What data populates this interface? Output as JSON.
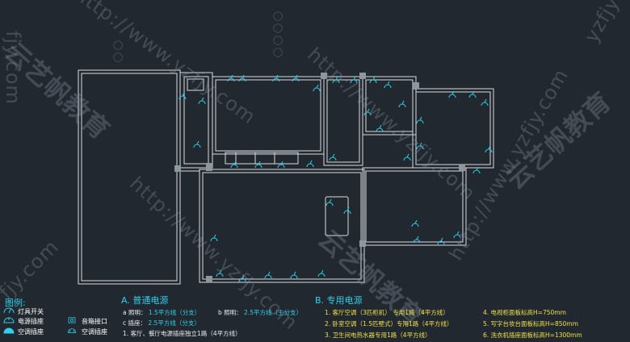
{
  "watermarks": {
    "brand_zh": "云艺帆教育",
    "url": "http://www.yzfjy.com",
    "url_tail": "fjy.com",
    "url_end": "yzfjy"
  },
  "legend": {
    "title": "图例:",
    "items": [
      {
        "label": "灯具开关",
        "icon": "light-switch-icon"
      },
      {
        "label": "电源插座",
        "icon": "power-socket-icon"
      },
      {
        "label": "音箱接口",
        "icon": "speaker-port-icon"
      },
      {
        "label": "空调插座",
        "icon": "ac-socket-icon"
      }
    ]
  },
  "section_a": {
    "title": "A.  普通电源",
    "lines": [
      {
        "prefix": "a  照明：",
        "value": "1.5平方线（分支）"
      },
      {
        "prefix": "b  照明：",
        "value": "2.5平方线（主分支）"
      },
      {
        "prefix": "c  插座：",
        "value": "2.5平方线（分支）"
      },
      {
        "prefix": "1.",
        "value": "客厅、餐厅电源插座独立1路（4平方线）"
      }
    ]
  },
  "section_b": {
    "title": "B.  专用电源",
    "lines": [
      {
        "text": "1.  客厅空调（3匹柜机）  专用1路（4平方线）"
      },
      {
        "text": "2.  卧室空调（1.5匹壁式）专用1路（4平方线）"
      },
      {
        "text": "3.  卫生间电热水器专用1路（4平方线）"
      }
    ],
    "notes": [
      {
        "text": "4.  电视柜面板标高H=750mm"
      },
      {
        "text": "5.  写字台妆台面板标高H=850mm"
      },
      {
        "text": "6.  洗衣机插座面板标高H=1300mm"
      }
    ]
  },
  "colors": {
    "background": "#212830",
    "wall": "#d9dde2",
    "symbol": "#2fd0e8",
    "note_text": "#f0e04a"
  }
}
